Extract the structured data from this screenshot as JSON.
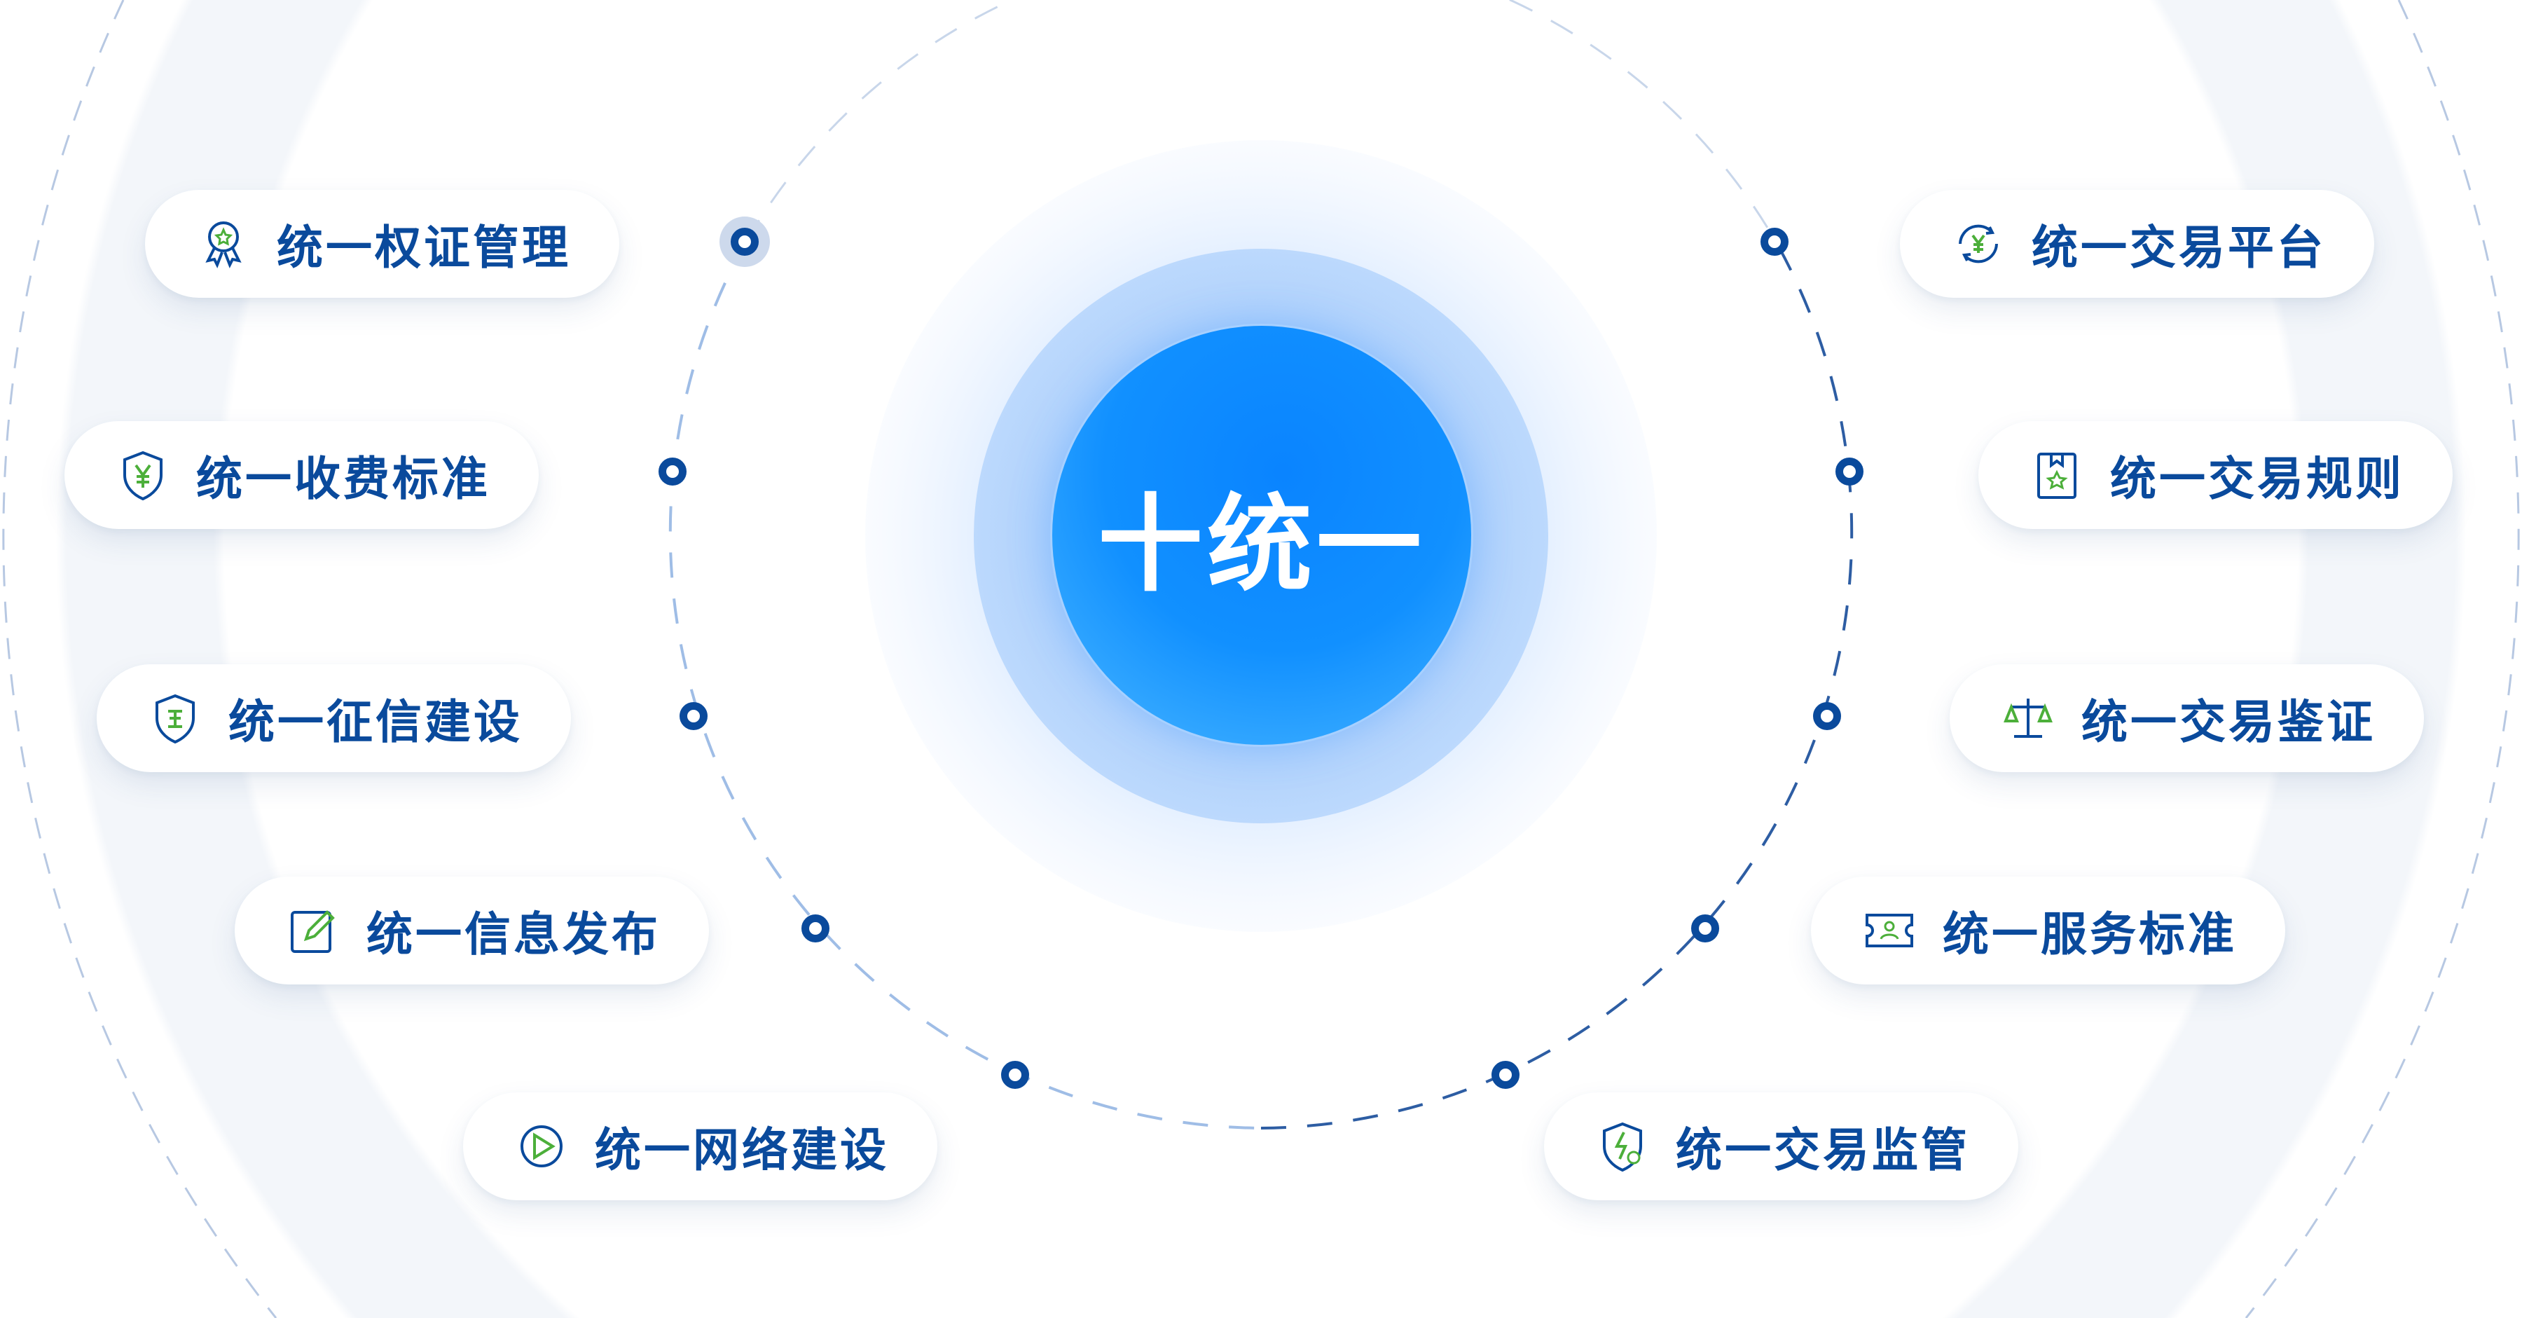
{
  "center": {
    "title": "十统一"
  },
  "colors": {
    "primary": "#0a4a9c",
    "accent_green": "#4caf3a",
    "core_blue": "#0a84ff"
  },
  "items_left": [
    {
      "label": "统一权证管理",
      "icon": "award-medal-icon"
    },
    {
      "label": "统一收费标准",
      "icon": "shield-yen-icon"
    },
    {
      "label": "统一征信建设",
      "icon": "shield-credit-icon"
    },
    {
      "label": "统一信息发布",
      "icon": "edit-pencil-icon"
    },
    {
      "label": "统一网络建设",
      "icon": "network-play-icon"
    }
  ],
  "items_right": [
    {
      "label": "统一交易平台",
      "icon": "yen-exchange-icon"
    },
    {
      "label": "统一交易规则",
      "icon": "rule-book-icon"
    },
    {
      "label": "统一交易鉴证",
      "icon": "balance-scale-icon"
    },
    {
      "label": "统一服务标准",
      "icon": "service-ticket-icon"
    },
    {
      "label": "统一交易监管",
      "icon": "shield-lightning-icon"
    }
  ]
}
